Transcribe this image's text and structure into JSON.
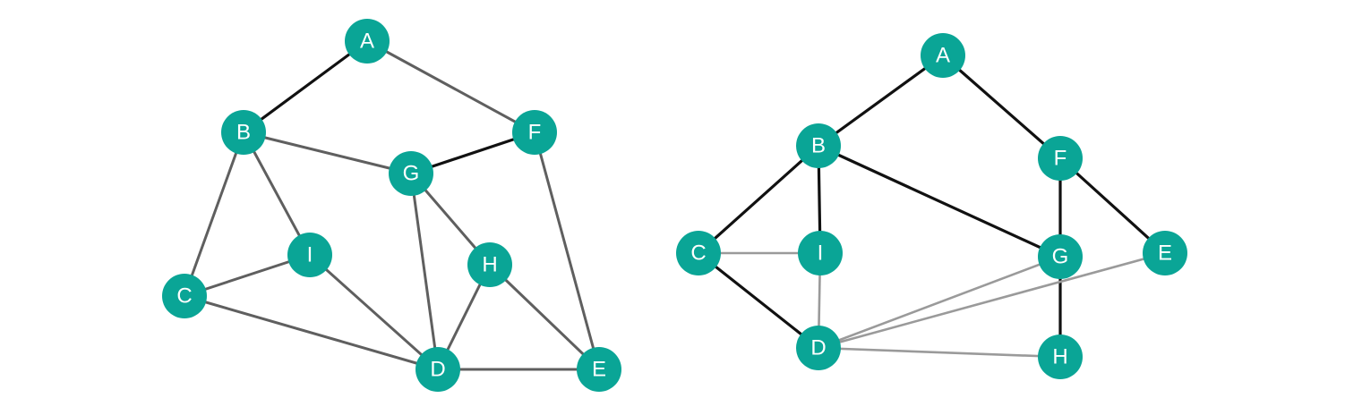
{
  "colors": {
    "node_fill": "#0aa596",
    "node_text": "#ffffff",
    "edge_dark": "#111111",
    "edge_medium": "#5f5f5f",
    "edge_light": "#9a9a9a"
  },
  "graphs": [
    {
      "nodes": [
        {
          "id": "A",
          "label": "A"
        },
        {
          "id": "B",
          "label": "B"
        },
        {
          "id": "F",
          "label": "F"
        },
        {
          "id": "G",
          "label": "G"
        },
        {
          "id": "I",
          "label": "I"
        },
        {
          "id": "H",
          "label": "H"
        },
        {
          "id": "C",
          "label": "C"
        },
        {
          "id": "D",
          "label": "D"
        },
        {
          "id": "E",
          "label": "E"
        }
      ],
      "edges": [
        {
          "from": "A",
          "to": "B",
          "style": "dark"
        },
        {
          "from": "A",
          "to": "F",
          "style": "medium"
        },
        {
          "from": "B",
          "to": "G",
          "style": "medium"
        },
        {
          "from": "B",
          "to": "I",
          "style": "medium"
        },
        {
          "from": "B",
          "to": "C",
          "style": "medium"
        },
        {
          "from": "G",
          "to": "F",
          "style": "dark"
        },
        {
          "from": "G",
          "to": "H",
          "style": "medium"
        },
        {
          "from": "G",
          "to": "D",
          "style": "medium"
        },
        {
          "from": "F",
          "to": "E",
          "style": "medium"
        },
        {
          "from": "I",
          "to": "C",
          "style": "medium"
        },
        {
          "from": "I",
          "to": "D",
          "style": "medium"
        },
        {
          "from": "C",
          "to": "D",
          "style": "medium"
        },
        {
          "from": "H",
          "to": "D",
          "style": "medium"
        },
        {
          "from": "H",
          "to": "E",
          "style": "medium"
        },
        {
          "from": "D",
          "to": "E",
          "style": "medium"
        }
      ]
    },
    {
      "nodes": [
        {
          "id": "A",
          "label": "A"
        },
        {
          "id": "B",
          "label": "B"
        },
        {
          "id": "F",
          "label": "F"
        },
        {
          "id": "C",
          "label": "C"
        },
        {
          "id": "I",
          "label": "I"
        },
        {
          "id": "G",
          "label": "G"
        },
        {
          "id": "E",
          "label": "E"
        },
        {
          "id": "D",
          "label": "D"
        },
        {
          "id": "H",
          "label": "H"
        }
      ],
      "edges": [
        {
          "from": "A",
          "to": "B",
          "style": "dark"
        },
        {
          "from": "A",
          "to": "F",
          "style": "dark"
        },
        {
          "from": "B",
          "to": "C",
          "style": "dark"
        },
        {
          "from": "B",
          "to": "I",
          "style": "dark"
        },
        {
          "from": "B",
          "to": "G",
          "style": "dark"
        },
        {
          "from": "F",
          "to": "G",
          "style": "dark"
        },
        {
          "from": "F",
          "to": "E",
          "style": "dark"
        },
        {
          "from": "C",
          "to": "D",
          "style": "dark"
        },
        {
          "from": "G",
          "to": "H",
          "style": "dark"
        },
        {
          "from": "C",
          "to": "I",
          "style": "light"
        },
        {
          "from": "I",
          "to": "D",
          "style": "light"
        },
        {
          "from": "D",
          "to": "G",
          "style": "light"
        },
        {
          "from": "D",
          "to": "E",
          "style": "light"
        },
        {
          "from": "D",
          "to": "H",
          "style": "light"
        }
      ]
    }
  ]
}
